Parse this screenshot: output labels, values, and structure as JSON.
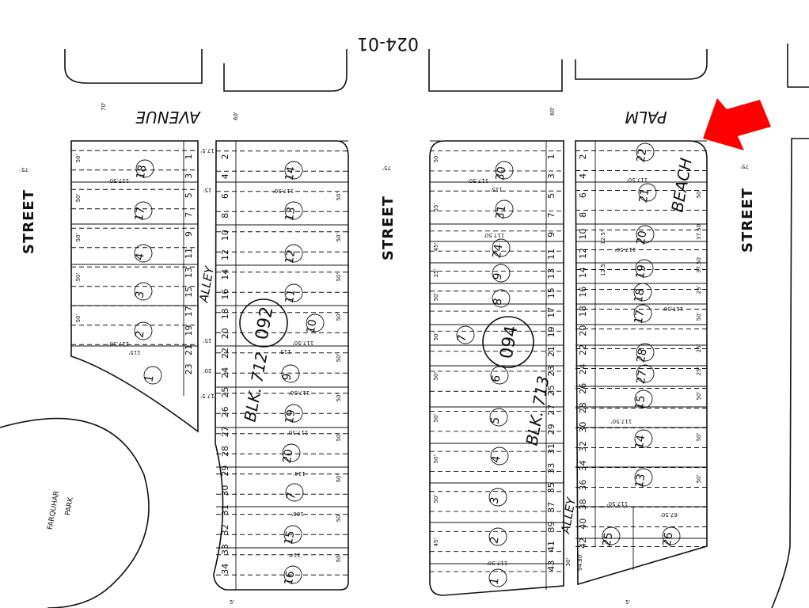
{
  "map_number": "024-01",
  "streets": {
    "avenue": "AVENUE",
    "palm": "PALM",
    "beach": "BEACH",
    "street": "STREET",
    "alley": "ALLEY"
  },
  "park": {
    "line1": "FARQUHAR",
    "line2": "PARK"
  },
  "blocks": {
    "blk712": "BLK. 712",
    "blk713": "BLK. 713"
  },
  "book_pages": {
    "p092": "092",
    "p094": "094"
  },
  "widths": {
    "w70": "70'",
    "w60": "60'",
    "w75": "75'",
    "w5": "5'"
  },
  "arrow_color": "#ff0000",
  "block712": {
    "west_lots": [
      "1",
      "3",
      "5",
      "7",
      "9",
      "11",
      "13",
      "15",
      "17",
      "19",
      "21",
      "23"
    ],
    "east_lots": [
      "2",
      "4",
      "6",
      "8",
      "10",
      "12",
      "14",
      "16",
      "18",
      "20",
      "22",
      "24",
      "25",
      "26",
      "27",
      "28",
      "29",
      "30",
      "31",
      "32",
      "33",
      "34"
    ],
    "west_parcels": [
      "18",
      "17",
      "4",
      "3",
      "2",
      "1"
    ],
    "east_parcels": [
      "14",
      "13",
      "12",
      "11",
      "10",
      "9",
      "19",
      "20",
      "7",
      "15",
      "16"
    ]
  },
  "block713": {
    "west_lots": [
      "1",
      "3",
      "5",
      "7",
      "9",
      "11",
      "13",
      "15",
      "17",
      "19",
      "21",
      "23",
      "25",
      "27",
      "29",
      "31",
      "33",
      "35",
      "37",
      "39",
      "41",
      "43"
    ],
    "east_lots": [
      "2",
      "4",
      "6",
      "8",
      "10",
      "12",
      "14",
      "16",
      "18",
      "20",
      "22",
      "24",
      "26",
      "28",
      "30",
      "32",
      "34",
      "36",
      "38",
      "40",
      "42"
    ],
    "west_parcels": [
      "30",
      "31",
      "24",
      "9",
      "8",
      "7",
      "6",
      "5",
      "4",
      "3",
      "2",
      "1"
    ],
    "east_parcels": [
      "22",
      "21",
      "20",
      "19",
      "18",
      "17",
      "28",
      "27",
      "15",
      "14",
      "13",
      "25",
      "26"
    ]
  },
  "dims": {
    "d50": "50'",
    "d55": "55'",
    "d45": "45'",
    "d25": "25'",
    "d3750": "37.50",
    "d11750": "117.50'",
    "d115": "115'",
    "d114": "114'",
    "d108": "108'",
    "d175": "17.5'",
    "d15": "15'",
    "d125": "12.5'",
    "d6750": "67.50'",
    "d9480": "94.80'",
    "d30": "30'",
    "d20": "20'"
  }
}
